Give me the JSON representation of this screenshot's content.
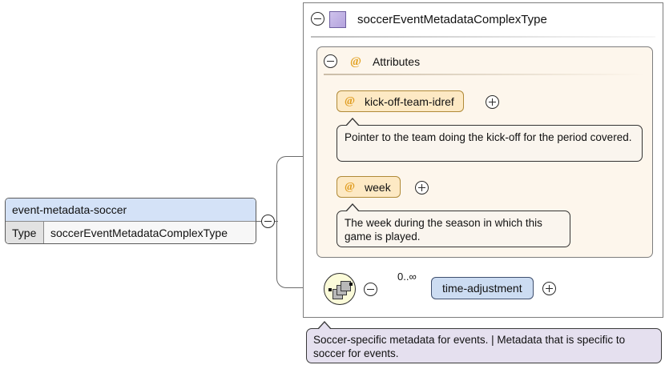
{
  "diagram": {
    "title": "soccerEventMetadataComplexType"
  },
  "root_element": {
    "name": "event-metadata-soccer",
    "type_label": "Type",
    "type_value": "soccerEventMetadataComplexType",
    "toggle_icon": "minus-icon"
  },
  "complex_type": {
    "name": "soccerEventMetadataComplexType",
    "toggle_icon": "minus-icon",
    "swatch_icon": "complex-type-swatch-icon"
  },
  "attributes_section": {
    "label": "Attributes",
    "at_symbol": "@",
    "toggle_icon": "minus-icon",
    "items": [
      {
        "at_symbol": "@",
        "name": "kick-off-team-idref",
        "expand_icon": "plus-icon",
        "documentation": "Pointer to the team doing the kick-off for the period covered."
      },
      {
        "at_symbol": "@",
        "name": "week",
        "expand_icon": "plus-icon",
        "documentation": "The week during the season in which this game is played."
      }
    ]
  },
  "sequence": {
    "compositor_icon": "sequence-icon",
    "toggle_icon": "minus-icon",
    "children": [
      {
        "name": "time-adjustment",
        "cardinality": "0..∞",
        "expand_icon": "plus-icon"
      }
    ]
  },
  "annotation": {
    "text": "Soccer-specific metadata for events. | Metadata that is specific to soccer for events."
  },
  "colors": {
    "element_header": "#d4e2f7",
    "attribute_pill": "#fde9c4",
    "attributes_panel": "#fdf6ec",
    "annotation": "#e5e0ef",
    "element_pill": "#ccdcf2",
    "sequence_circle": "#fbfbd9"
  }
}
